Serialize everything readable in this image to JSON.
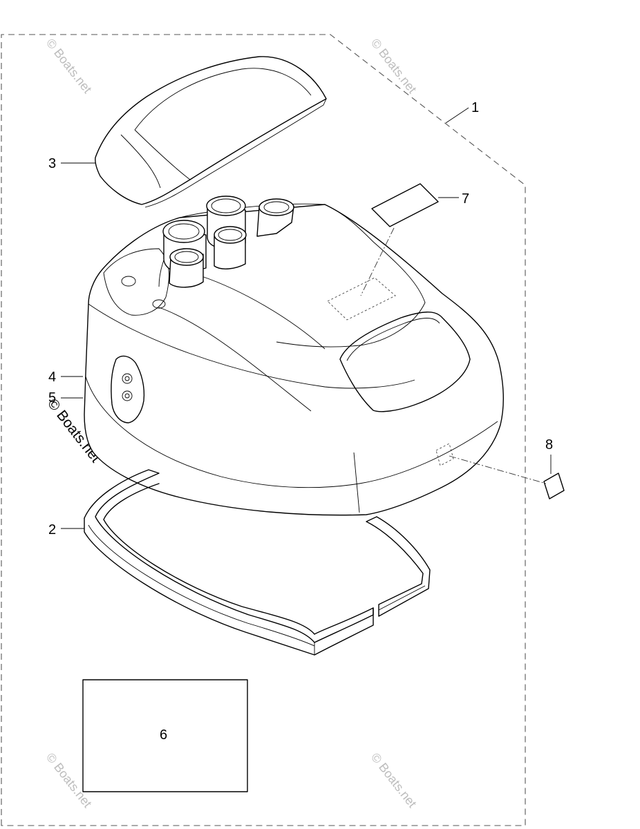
{
  "callouts": {
    "c1": "1",
    "c2": "2",
    "c3": "3",
    "c4": "4",
    "c5": "5",
    "c6": "6",
    "c7": "7",
    "c8": "8"
  },
  "watermark": {
    "text": "© Boats.net",
    "color": "#bdbdbd"
  },
  "colors": {
    "line": "#000000",
    "background": "#ffffff",
    "group_outline": "#555555"
  }
}
